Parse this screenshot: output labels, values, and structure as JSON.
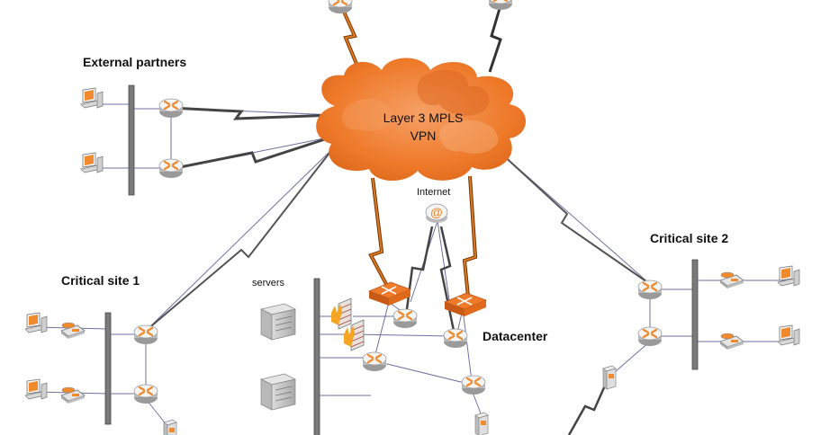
{
  "labels": {
    "cloud_line1": "Layer 3 MPLS",
    "cloud_line2": "VPN",
    "external_partners": "External partners",
    "critical_site_1": "Critical site 1",
    "critical_site_2": "Critical site 2",
    "datacenter": "Datacenter",
    "servers": "servers",
    "internet": "Internet"
  },
  "colors": {
    "cloud": "#ee7a2a",
    "cloud_dark": "#d9621a",
    "router_top": "#f3f3f3",
    "router_arrow": "#f08a2c",
    "lightning_orange": "#d66a10",
    "lightning_gray": "#666666",
    "line": "#6f6fa0",
    "bus": "#777777",
    "switch": "#ee7a2a"
  },
  "icons": {
    "router": "router-icon",
    "switch": "switch-icon",
    "firewall": "firewall-icon",
    "server": "server-icon",
    "workstation": "workstation-icon",
    "phone": "ip-phone-icon",
    "internet": "internet-icon",
    "small_device": "device-icon"
  }
}
